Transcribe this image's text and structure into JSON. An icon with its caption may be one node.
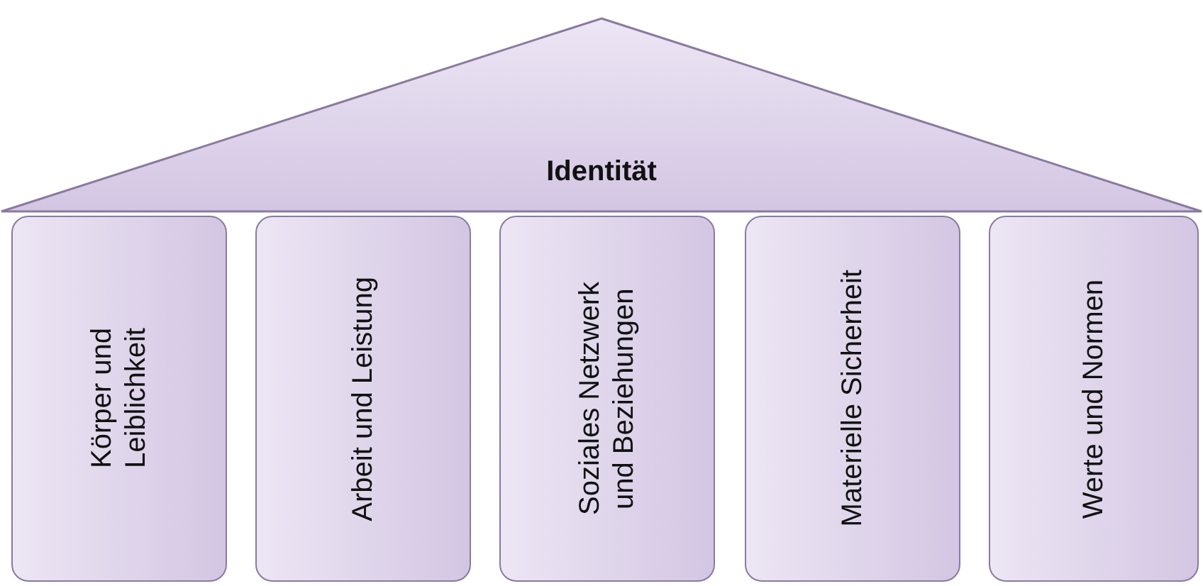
{
  "diagram": {
    "nodes": [
      {
        "text": [
          "Identität"
        ]
      },
      {
        "text": [
          "Körper und Leiblichkeit"
        ]
      },
      {
        "text": [
          "Arbeit und Leistung"
        ]
      },
      {
        "text": [
          "Soziales Netzwerk und Beziehungen"
        ]
      },
      {
        "text": [
          "Materielle Sicherheit"
        ]
      },
      {
        "text": [
          "Werte und Normen"
        ]
      }
    ]
  }
}
